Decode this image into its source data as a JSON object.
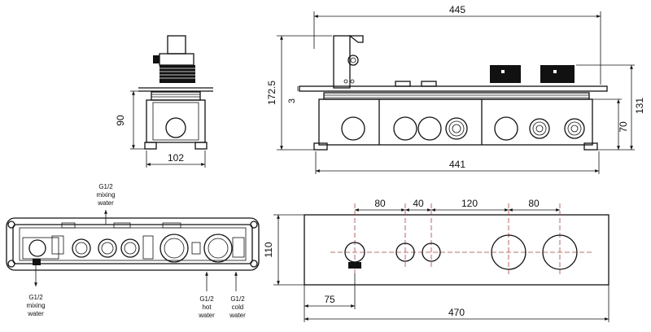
{
  "dimensions": {
    "side_height": "90",
    "side_width": "102",
    "front_top_width": "445",
    "front_total_height": "172.5",
    "front_gap": "3",
    "front_right_height": "131",
    "front_right_lower": "70",
    "front_bottom_width": "441",
    "plate_spacing_1": "80",
    "plate_spacing_2": "40",
    "plate_spacing_3": "120",
    "plate_spacing_4": "80",
    "plate_height": "110",
    "plate_offset": "75",
    "plate_width": "470"
  },
  "notes": {
    "top_mixing": [
      "G1/2",
      "mixing",
      "water"
    ],
    "bottom_mixing": [
      "G1/2",
      "mixing",
      "water"
    ],
    "hot": [
      "G1/2",
      "hot",
      "water"
    ],
    "cold": [
      "G1/2",
      "cold",
      "water"
    ]
  }
}
